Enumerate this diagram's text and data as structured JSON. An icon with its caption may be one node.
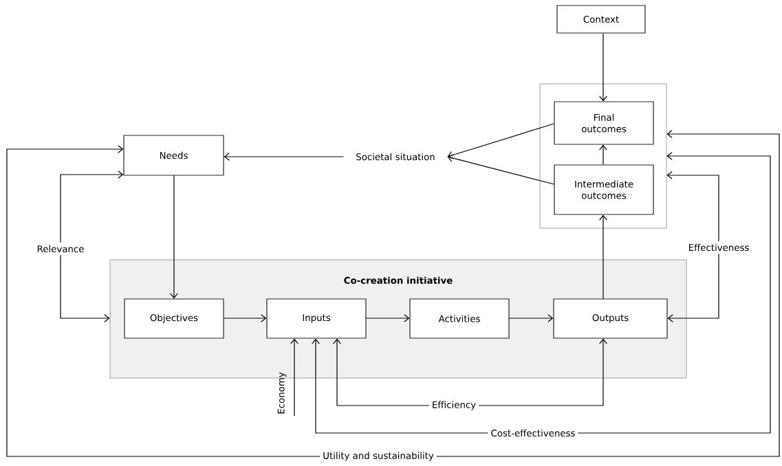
{
  "diagram": {
    "nodes": [
      {
        "text": [
          "Context"
        ]
      },
      {
        "text": [],
        "shape": "box"
      },
      {
        "text": [
          "Final outcomes"
        ],
        "in": 1
      },
      {
        "text": [
          "Intermediate outcomes"
        ],
        "in": 1
      },
      {
        "text": [
          "Needs"
        ]
      },
      {
        "text": [
          "Societal situation"
        ]
      },
      {
        "text": [
          "Co-creation initiative"
        ]
      },
      {
        "text": [
          "Objectives"
        ],
        "in": 6
      },
      {
        "text": [
          "Inputs"
        ],
        "in": 6
      },
      {
        "text": [
          "Activities"
        ],
        "in": 6
      },
      {
        "text": [
          "Outputs"
        ],
        "in": 6
      }
    ],
    "edges": [
      {
        "from": 0,
        "to": 2,
        "arrow": "to"
      },
      {
        "from": 3,
        "to": 2,
        "arrow": "to"
      },
      {
        "from": 2,
        "to": 5,
        "arrow": "to"
      },
      {
        "from": 3,
        "to": 5,
        "arrow": "to"
      },
      {
        "from": 5,
        "to": 4,
        "arrow": "to"
      },
      {
        "from": 4,
        "to": 7,
        "arrow": "to"
      },
      {
        "from": 7,
        "to": 8,
        "arrow": "to"
      },
      {
        "from": 8,
        "to": 9,
        "arrow": "to"
      },
      {
        "from": 9,
        "to": 10,
        "arrow": "to"
      },
      {
        "from": 10,
        "to": 3,
        "arrow": "to"
      },
      {
        "from": 4,
        "to": 6,
        "arrow": "both",
        "label": "Relevance"
      },
      {
        "from": 10,
        "to": 1,
        "arrow": "both",
        "label": "Effectiveness"
      },
      {
        "from": 8,
        "to": 10,
        "arrow": "both",
        "label": "Efficiency"
      },
      {
        "from": 8,
        "to": 1,
        "arrow": "both",
        "label": "Cost-effectiveness"
      },
      {
        "from": 4,
        "to": 1,
        "arrow": "both",
        "label": "Utility and sustainability"
      },
      {
        "from": null,
        "to": 8,
        "arrow": "to",
        "label": "Economy"
      }
    ]
  }
}
